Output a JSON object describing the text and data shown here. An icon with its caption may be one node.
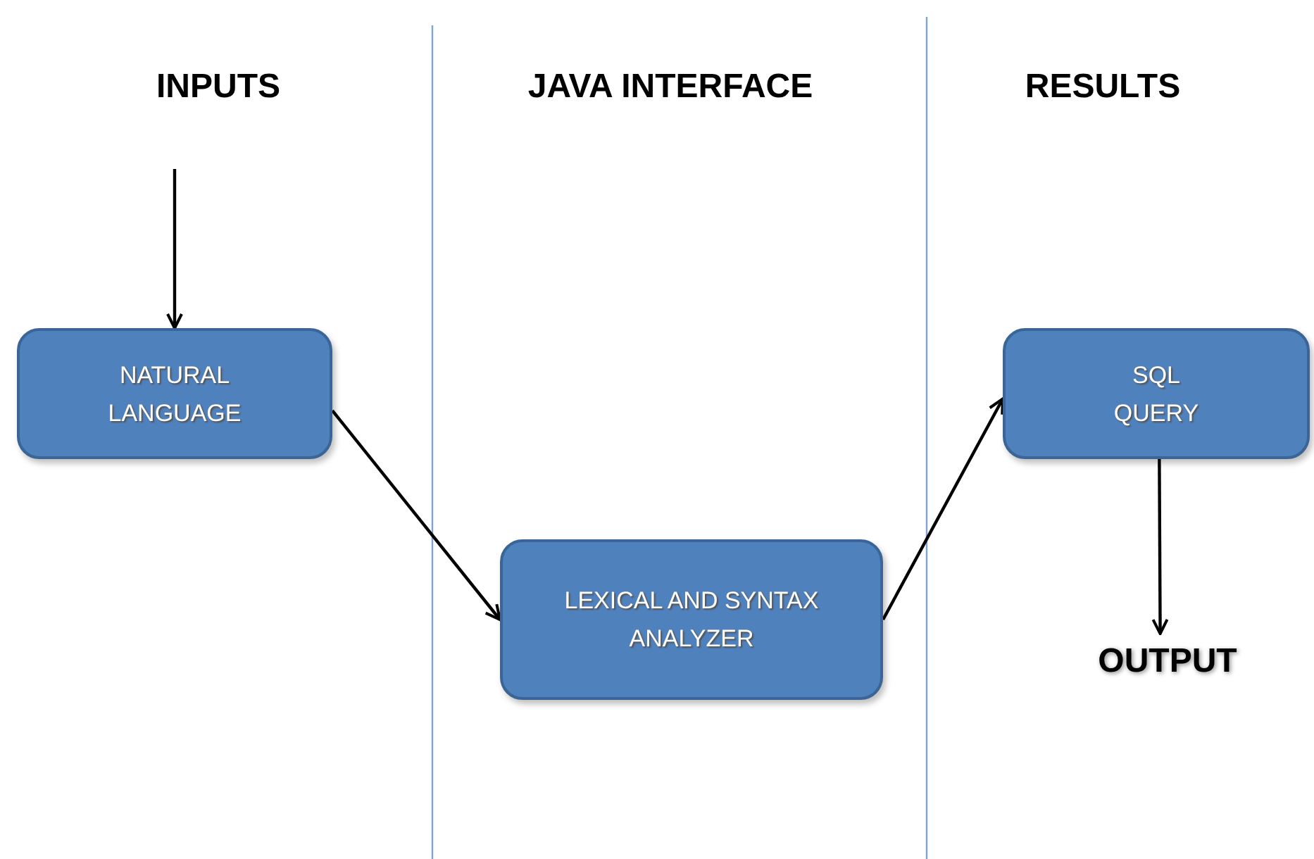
{
  "diagram": {
    "nodes": [
      {
        "text": [
          "NATURAL LANGUAGE"
        ]
      },
      {
        "text": [
          "LEXICAL AND SYNTAX ANALYZER"
        ]
      },
      {
        "text": [
          "SQL QUERY"
        ]
      },
      {
        "text": [
          "OUTPUT"
        ]
      }
    ],
    "edges": [
      {
        "from": null,
        "to": 0,
        "arrow": "to"
      },
      {
        "from": 0,
        "to": 1,
        "arrow": "to"
      },
      {
        "from": 1,
        "to": 2,
        "arrow": "to"
      },
      {
        "from": 2,
        "to": 3,
        "arrow": "to"
      }
    ],
    "labels": [
      "INPUTS",
      "JAVA INTERFACE",
      "RESULTS"
    ]
  }
}
